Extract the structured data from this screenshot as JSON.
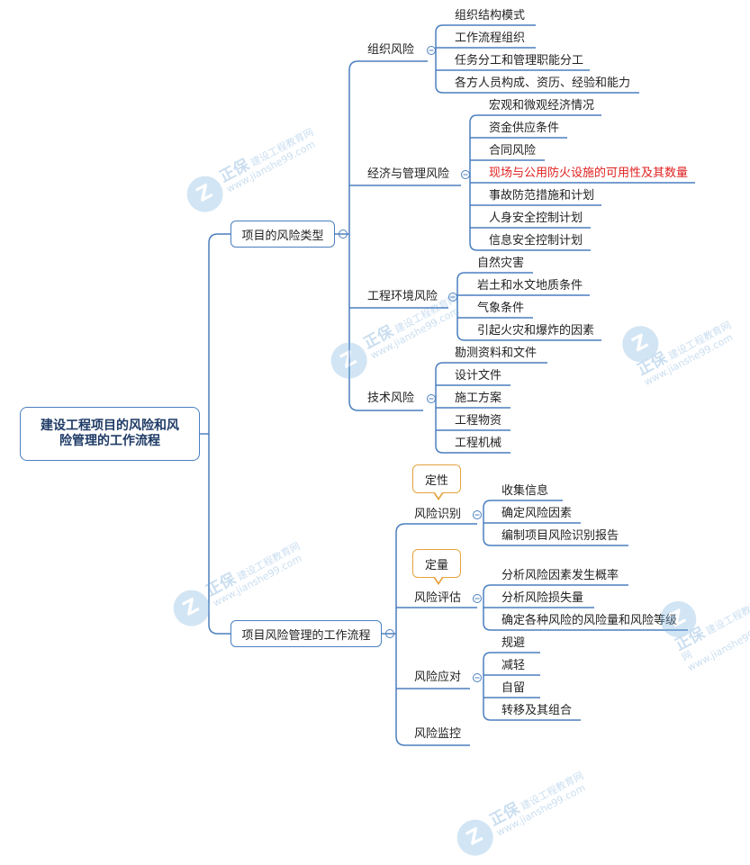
{
  "root": {
    "label": "建设工程项目的风险和风险管理的工作流程"
  },
  "branches": {
    "risk_types": {
      "label": "项目的风险类型",
      "organization": {
        "label": "组织风险",
        "items": [
          "组织结构模式",
          "工作流程组织",
          "任务分工和管理职能分工",
          "各方人员构成、资历、经验和能力"
        ]
      },
      "economic": {
        "label": "经济与管理风险",
        "items": [
          "宏观和微观经济情况",
          "资金供应条件",
          "合同风险",
          "现场与公用防火设施的可用性及其数量",
          "事故防范措施和计划",
          "人身安全控制计划",
          "信息安全控制计划"
        ],
        "highlight_index": 3
      },
      "environment": {
        "label": "工程环境风险",
        "items": [
          "自然灾害",
          "岩土和水文地质条件",
          "气象条件",
          "引起火灾和爆炸的因素"
        ]
      },
      "technical": {
        "label": "技术风险",
        "items": [
          "勘测资料和文件",
          "设计文件",
          "施工方案",
          "工程物资",
          "工程机械"
        ]
      }
    },
    "process": {
      "label": "项目风险管理的工作流程",
      "identification": {
        "label": "风险识别",
        "note": "定性",
        "items": [
          "收集信息",
          "确定风险因素",
          "编制项目风险识别报告"
        ]
      },
      "assessment": {
        "label": "风险评估",
        "note": "定量",
        "items": [
          "分析风险因素发生概率",
          "分析风险损失量",
          "确定各种风险的风险量和风险等级"
        ]
      },
      "response": {
        "label": "风险应对",
        "items": [
          "规避",
          "减轻",
          "自留",
          "转移及其组合"
        ]
      },
      "monitoring": {
        "label": "风险监控"
      }
    }
  },
  "watermark": {
    "brand": "正保",
    "name": "建设工程教育网",
    "url": "www.jianshe99.com"
  },
  "colors": {
    "line": "#4a7fbf",
    "highlight": "#e02020",
    "callout": "#e6a23c"
  }
}
